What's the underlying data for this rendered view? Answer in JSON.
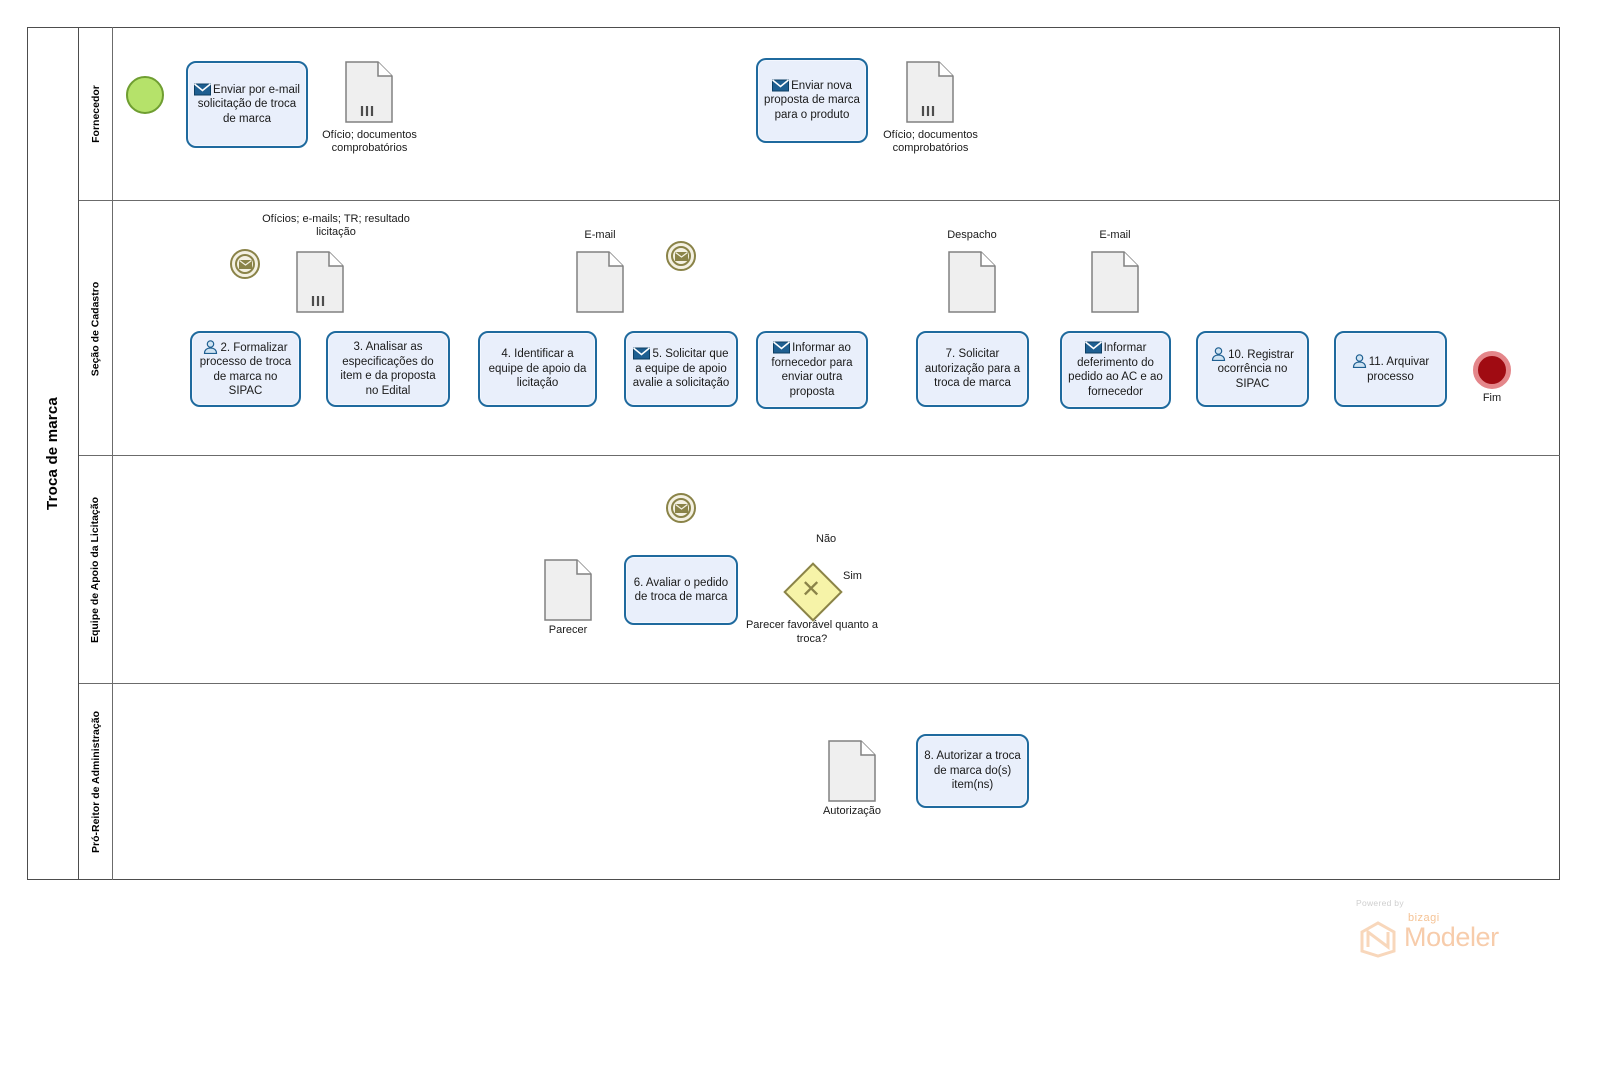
{
  "pool": {
    "title": "Troca de marca"
  },
  "lanes": [
    {
      "id": "fornecedor",
      "label": "Fornecedor"
    },
    {
      "id": "secao-cadastro",
      "label": "Seção de Cadastro"
    },
    {
      "id": "equipe-apoio",
      "label": "Equipe de Apoio da Licitação"
    },
    {
      "id": "pro-reitor",
      "label": "Pró-Reitor de Administração"
    }
  ],
  "events": [
    {
      "id": "start",
      "kind": "start-none",
      "label": ""
    },
    {
      "id": "msg1",
      "kind": "intermediate-message",
      "label": ""
    },
    {
      "id": "msg2",
      "kind": "intermediate-message",
      "label": ""
    },
    {
      "id": "msg3",
      "kind": "intermediate-message",
      "label": ""
    },
    {
      "id": "end",
      "kind": "end-none",
      "label": "Fim"
    }
  ],
  "tasks": [
    {
      "id": "t1",
      "icon": "send-message-icon",
      "label": "Enviar por e-mail solicitação de troca de marca"
    },
    {
      "id": "t2",
      "icon": "user-task-icon",
      "label": "2. Formalizar processo de troca de marca no SIPAC"
    },
    {
      "id": "t3",
      "icon": "none",
      "label": "3. Analisar as especificações do item e da proposta no Edital"
    },
    {
      "id": "t4",
      "icon": "none",
      "label": "4. Identificar a equipe de apoio da licitação"
    },
    {
      "id": "t5",
      "icon": "send-message-icon",
      "label": "5. Solicitar que a equipe de apoio  avalie a solicitação"
    },
    {
      "id": "t6",
      "icon": "none",
      "label": "6. Avaliar o pedido de troca de marca"
    },
    {
      "id": "t7",
      "icon": "none",
      "label": "7. Solicitar autorização para a troca de marca"
    },
    {
      "id": "t8",
      "icon": "none",
      "label": "8. Autorizar a troca de marca do(s) item(ns)"
    },
    {
      "id": "t9",
      "icon": "send-message-icon",
      "label": "Informar deferimento do pedido ao AC e ao fornecedor"
    },
    {
      "id": "t10",
      "icon": "user-task-icon",
      "label": "10. Registrar ocorrência no SIPAC"
    },
    {
      "id": "t11",
      "icon": "user-task-icon",
      "label": "11. Arquivar processo"
    },
    {
      "id": "t12",
      "icon": "send-message-icon",
      "label": "Informar ao fornecedor para enviar outra proposta"
    },
    {
      "id": "t13",
      "icon": "send-message-icon",
      "label": "Enviar nova proposta de marca para o produto"
    }
  ],
  "gateway": {
    "id": "gw1",
    "type": "exclusive",
    "label": "Parecer favorável quanto a troca?",
    "outgoing": [
      "Não",
      "Sim"
    ]
  },
  "documents": [
    {
      "id": "d1",
      "label": "Ofício; documentos comprobatórios",
      "lines": true
    },
    {
      "id": "d2",
      "label": "Ofícios; e-mails; TR; resultado licitação",
      "lines": true
    },
    {
      "id": "d3",
      "label": "E-mail",
      "lines": false
    },
    {
      "id": "d4",
      "label": "Ofício; documentos comprobatórios",
      "lines": true
    },
    {
      "id": "d5",
      "label": "Despacho",
      "lines": false
    },
    {
      "id": "d6",
      "label": "E-mail",
      "lines": false
    },
    {
      "id": "d7",
      "label": "Parecer",
      "lines": false
    },
    {
      "id": "d8",
      "label": "Autorização",
      "lines": false
    }
  ],
  "watermark": {
    "powered": "Powered by",
    "brand": "bizagi",
    "product": "Modeler"
  },
  "colors": {
    "task_fill": "#e9effb",
    "task_border": "#1f6a9e",
    "start_fill": "#b5e26a",
    "start_border": "#6f9e31",
    "end_fill": "#a00b12",
    "end_border": "#e4868a",
    "message_event": "#8a8348",
    "gateway_fill": "#f6f3a8",
    "document_fill": "#efefef",
    "document_border": "#808080",
    "connector": "#3a3a3a",
    "watermark": "#f7ccab"
  }
}
